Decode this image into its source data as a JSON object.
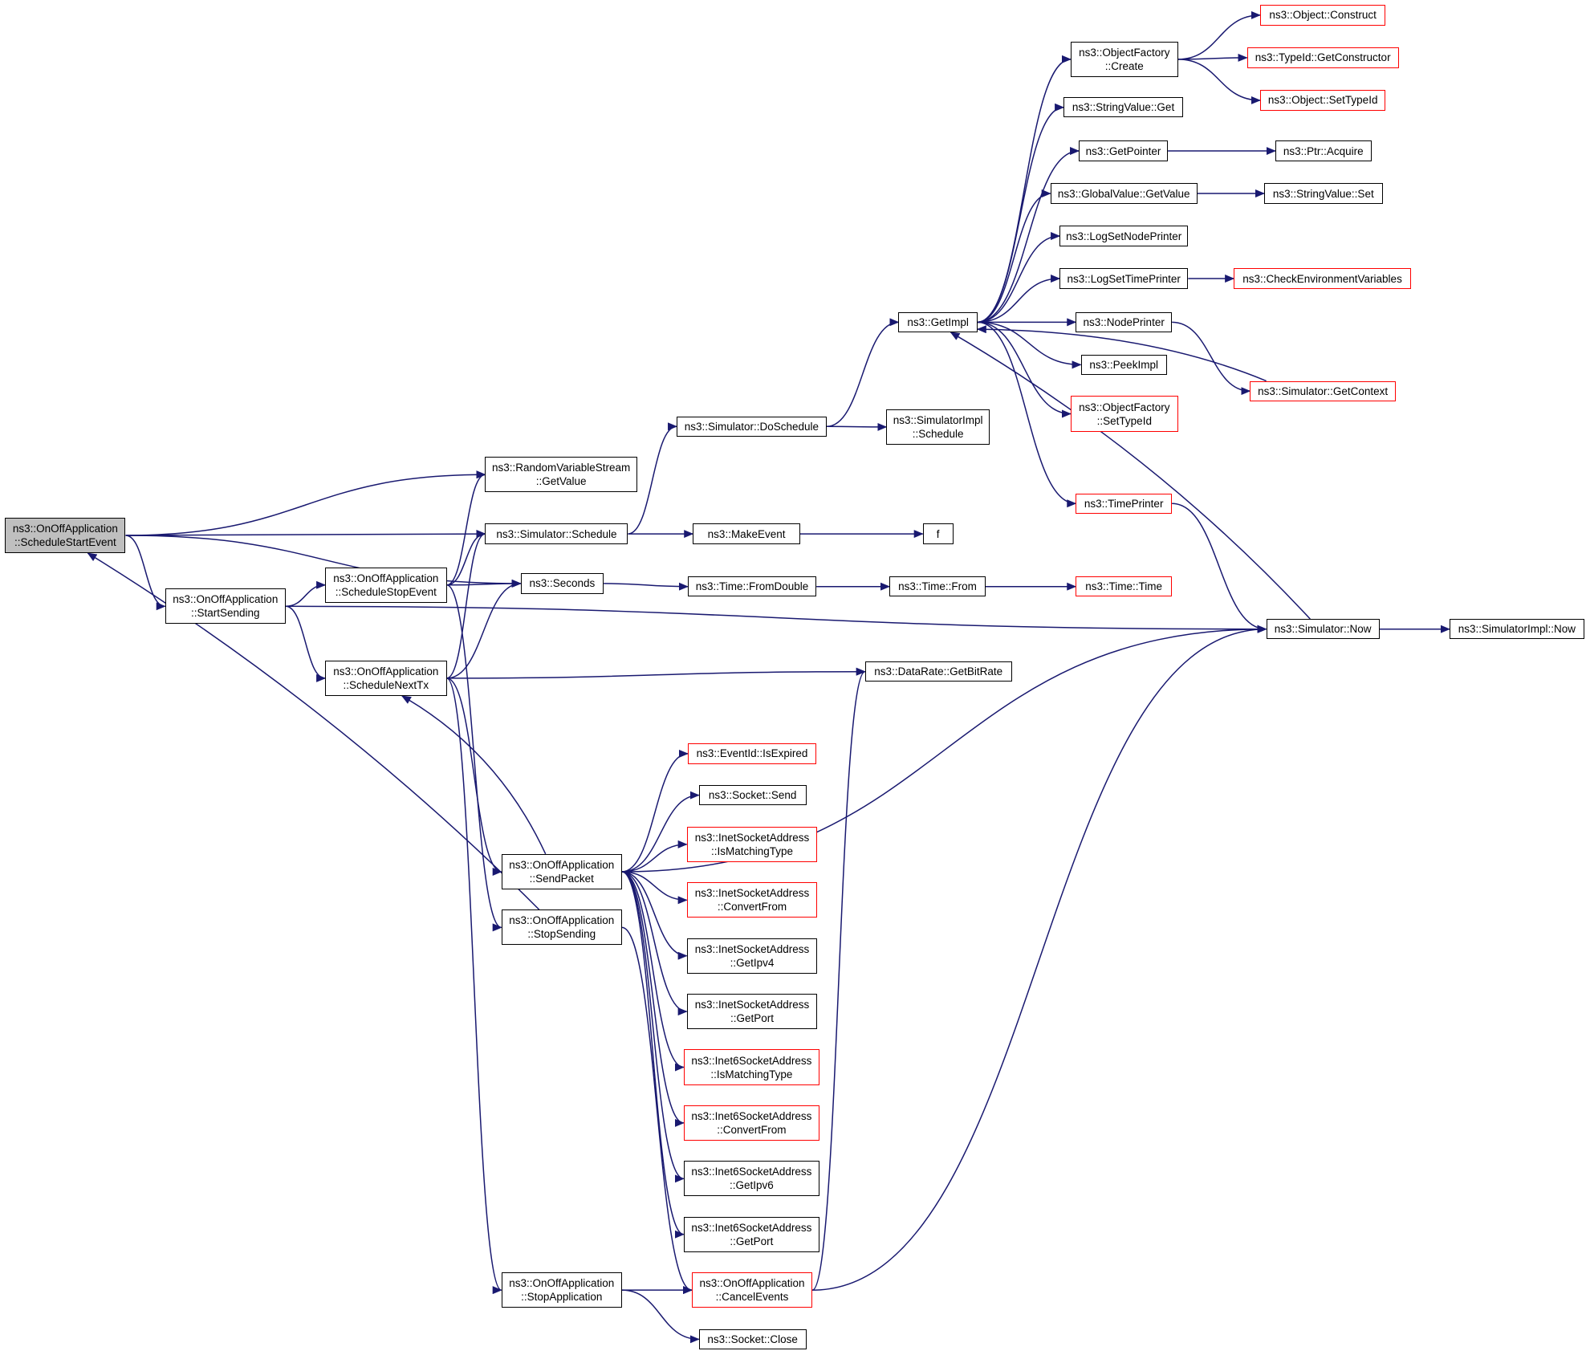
{
  "colors": {
    "edge": "#191970",
    "normal_border": "#000000",
    "truncated_border": "#ff0000",
    "root_fill": "#bfbfbf"
  },
  "nodes": [
    {
      "id": "root",
      "lines": [
        "ns3::OnOffApplication",
        "::ScheduleStartEvent"
      ],
      "style": "root"
    },
    {
      "id": "startsending",
      "lines": [
        "ns3::OnOffApplication",
        "::StartSending"
      ],
      "style": "normal"
    },
    {
      "id": "schedulestopevent",
      "lines": [
        "ns3::OnOffApplication",
        "::ScheduleStopEvent"
      ],
      "style": "normal"
    },
    {
      "id": "schedulenexttx",
      "lines": [
        "ns3::OnOffApplication",
        "::ScheduleNextTx"
      ],
      "style": "normal"
    },
    {
      "id": "sendpacket",
      "lines": [
        "ns3::OnOffApplication",
        "::SendPacket"
      ],
      "style": "normal"
    },
    {
      "id": "stopsending",
      "lines": [
        "ns3::OnOffApplication",
        "::StopSending"
      ],
      "style": "normal"
    },
    {
      "id": "stopapplication",
      "lines": [
        "ns3::OnOffApplication",
        "::StopApplication"
      ],
      "style": "normal"
    },
    {
      "id": "rvs_getvalue",
      "lines": [
        "ns3::RandomVariableStream",
        "::GetValue"
      ],
      "style": "normal"
    },
    {
      "id": "sim_schedule",
      "lines": [
        "ns3::Simulator::Schedule"
      ],
      "style": "normal"
    },
    {
      "id": "seconds",
      "lines": [
        "ns3::Seconds"
      ],
      "style": "normal"
    },
    {
      "id": "doschedule",
      "lines": [
        "ns3::Simulator::DoSchedule"
      ],
      "style": "normal"
    },
    {
      "id": "simimpl_schedule",
      "lines": [
        "ns3::SimulatorImpl",
        "::Schedule"
      ],
      "style": "normal"
    },
    {
      "id": "makeevent",
      "lines": [
        "ns3::MakeEvent"
      ],
      "style": "normal"
    },
    {
      "id": "f",
      "lines": [
        "f"
      ],
      "style": "normal"
    },
    {
      "id": "fromdouble",
      "lines": [
        "ns3::Time::FromDouble"
      ],
      "style": "normal"
    },
    {
      "id": "time_from",
      "lines": [
        "ns3::Time::From"
      ],
      "style": "normal"
    },
    {
      "id": "time_time",
      "lines": [
        "ns3::Time::Time"
      ],
      "style": "red"
    },
    {
      "id": "getimpl",
      "lines": [
        "ns3::GetImpl"
      ],
      "style": "normal"
    },
    {
      "id": "of_create",
      "lines": [
        "ns3::ObjectFactory",
        "::Create"
      ],
      "style": "normal"
    },
    {
      "id": "sv_get",
      "lines": [
        "ns3::StringValue::Get"
      ],
      "style": "normal"
    },
    {
      "id": "getpointer",
      "lines": [
        "ns3::GetPointer"
      ],
      "style": "normal"
    },
    {
      "id": "gv_getvalue",
      "lines": [
        "ns3::GlobalValue::GetValue"
      ],
      "style": "normal"
    },
    {
      "id": "lognodeprinter",
      "lines": [
        "ns3::LogSetNodePrinter"
      ],
      "style": "normal"
    },
    {
      "id": "logtimeprinter",
      "lines": [
        "ns3::LogSetTimePrinter"
      ],
      "style": "normal"
    },
    {
      "id": "nodeprinter",
      "lines": [
        "ns3::NodePrinter"
      ],
      "style": "normal"
    },
    {
      "id": "peekimpl",
      "lines": [
        "ns3::PeekImpl"
      ],
      "style": "normal"
    },
    {
      "id": "of_settypeid",
      "lines": [
        "ns3::ObjectFactory",
        "::SetTypeId"
      ],
      "style": "red"
    },
    {
      "id": "timeprinter",
      "lines": [
        "ns3::TimePrinter"
      ],
      "style": "red"
    },
    {
      "id": "obj_construct",
      "lines": [
        "ns3::Object::Construct"
      ],
      "style": "red"
    },
    {
      "id": "typeid_getctor",
      "lines": [
        "ns3::TypeId::GetConstructor"
      ],
      "style": "red"
    },
    {
      "id": "obj_settypeid",
      "lines": [
        "ns3::Object::SetTypeId"
      ],
      "style": "red"
    },
    {
      "id": "ptr_acquire",
      "lines": [
        "ns3::Ptr::Acquire"
      ],
      "style": "normal"
    },
    {
      "id": "sv_set",
      "lines": [
        "ns3::StringValue::Set"
      ],
      "style": "normal"
    },
    {
      "id": "checkenv",
      "lines": [
        "ns3::CheckEnvironmentVariables"
      ],
      "style": "red"
    },
    {
      "id": "sim_getcontext",
      "lines": [
        "ns3::Simulator::GetContext"
      ],
      "style": "red"
    },
    {
      "id": "sim_now",
      "lines": [
        "ns3::Simulator::Now"
      ],
      "style": "normal"
    },
    {
      "id": "simimpl_now",
      "lines": [
        "ns3::SimulatorImpl::Now"
      ],
      "style": "normal"
    },
    {
      "id": "getbitrate",
      "lines": [
        "ns3::DataRate::GetBitRate"
      ],
      "style": "normal"
    },
    {
      "id": "isexpired",
      "lines": [
        "ns3::EventId::IsExpired"
      ],
      "style": "red"
    },
    {
      "id": "socket_send",
      "lines": [
        "ns3::Socket::Send"
      ],
      "style": "normal"
    },
    {
      "id": "inet_ismatching",
      "lines": [
        "ns3::InetSocketAddress",
        "::IsMatchingType"
      ],
      "style": "red"
    },
    {
      "id": "inet_convertfrom",
      "lines": [
        "ns3::InetSocketAddress",
        "::ConvertFrom"
      ],
      "style": "red"
    },
    {
      "id": "inet_getipv4",
      "lines": [
        "ns3::InetSocketAddress",
        "::GetIpv4"
      ],
      "style": "normal"
    },
    {
      "id": "inet_getport",
      "lines": [
        "ns3::InetSocketAddress",
        "::GetPort"
      ],
      "style": "normal"
    },
    {
      "id": "inet6_ismatching",
      "lines": [
        "ns3::Inet6SocketAddress",
        "::IsMatchingType"
      ],
      "style": "red"
    },
    {
      "id": "inet6_convertfrom",
      "lines": [
        "ns3::Inet6SocketAddress",
        "::ConvertFrom"
      ],
      "style": "red"
    },
    {
      "id": "inet6_getipv6",
      "lines": [
        "ns3::Inet6SocketAddress",
        "::GetIpv6"
      ],
      "style": "normal"
    },
    {
      "id": "inet6_getport",
      "lines": [
        "ns3::Inet6SocketAddress",
        "::GetPort"
      ],
      "style": "normal"
    },
    {
      "id": "cancelevents",
      "lines": [
        "ns3::OnOffApplication",
        "::CancelEvents"
      ],
      "style": "red"
    },
    {
      "id": "socket_close",
      "lines": [
        "ns3::Socket::Close"
      ],
      "style": "normal"
    }
  ],
  "edges": [
    [
      "root",
      "rvs_getvalue"
    ],
    [
      "root",
      "sim_schedule"
    ],
    [
      "root",
      "seconds"
    ],
    [
      "root",
      "startsending"
    ],
    [
      "startsending",
      "schedulestopevent"
    ],
    [
      "startsending",
      "schedulenexttx"
    ],
    [
      "startsending",
      "sim_now"
    ],
    [
      "schedulestopevent",
      "rvs_getvalue"
    ],
    [
      "schedulestopevent",
      "sim_schedule"
    ],
    [
      "schedulestopevent",
      "seconds"
    ],
    [
      "schedulestopevent",
      "stopsending"
    ],
    [
      "schedulenexttx",
      "sim_schedule"
    ],
    [
      "schedulenexttx",
      "seconds"
    ],
    [
      "schedulenexttx",
      "getbitrate"
    ],
    [
      "schedulenexttx",
      "sendpacket"
    ],
    [
      "schedulenexttx",
      "stopapplication"
    ],
    [
      "sendpacket",
      "schedulenexttx"
    ],
    [
      "sendpacket",
      "sim_now"
    ],
    [
      "sendpacket",
      "isexpired"
    ],
    [
      "sendpacket",
      "socket_send"
    ],
    [
      "sendpacket",
      "inet_ismatching"
    ],
    [
      "sendpacket",
      "inet_convertfrom"
    ],
    [
      "sendpacket",
      "inet_getipv4"
    ],
    [
      "sendpacket",
      "inet_getport"
    ],
    [
      "sendpacket",
      "inet6_ismatching"
    ],
    [
      "sendpacket",
      "inet6_convertfrom"
    ],
    [
      "sendpacket",
      "inet6_getipv6"
    ],
    [
      "sendpacket",
      "inet6_getport"
    ],
    [
      "stopsending",
      "root"
    ],
    [
      "stopsending",
      "cancelevents"
    ],
    [
      "stopapplication",
      "cancelevents"
    ],
    [
      "stopapplication",
      "socket_close"
    ],
    [
      "cancelevents",
      "getbitrate"
    ],
    [
      "cancelevents",
      "sim_now"
    ],
    [
      "sim_schedule",
      "doschedule"
    ],
    [
      "sim_schedule",
      "makeevent"
    ],
    [
      "doschedule",
      "getimpl"
    ],
    [
      "doschedule",
      "simimpl_schedule"
    ],
    [
      "makeevent",
      "f"
    ],
    [
      "seconds",
      "fromdouble"
    ],
    [
      "fromdouble",
      "time_from"
    ],
    [
      "time_from",
      "time_time"
    ],
    [
      "getimpl",
      "of_create"
    ],
    [
      "getimpl",
      "sv_get"
    ],
    [
      "getimpl",
      "getpointer"
    ],
    [
      "getimpl",
      "gv_getvalue"
    ],
    [
      "getimpl",
      "lognodeprinter"
    ],
    [
      "getimpl",
      "logtimeprinter"
    ],
    [
      "getimpl",
      "nodeprinter"
    ],
    [
      "getimpl",
      "peekimpl"
    ],
    [
      "getimpl",
      "of_settypeid"
    ],
    [
      "getimpl",
      "timeprinter"
    ],
    [
      "of_create",
      "obj_construct"
    ],
    [
      "of_create",
      "typeid_getctor"
    ],
    [
      "of_create",
      "obj_settypeid"
    ],
    [
      "getpointer",
      "ptr_acquire"
    ],
    [
      "gv_getvalue",
      "sv_set"
    ],
    [
      "logtimeprinter",
      "checkenv"
    ],
    [
      "nodeprinter",
      "sim_getcontext"
    ],
    [
      "sim_getcontext",
      "getimpl"
    ],
    [
      "timeprinter",
      "sim_now"
    ],
    [
      "sim_now",
      "getimpl"
    ],
    [
      "sim_now",
      "simimpl_now"
    ]
  ]
}
